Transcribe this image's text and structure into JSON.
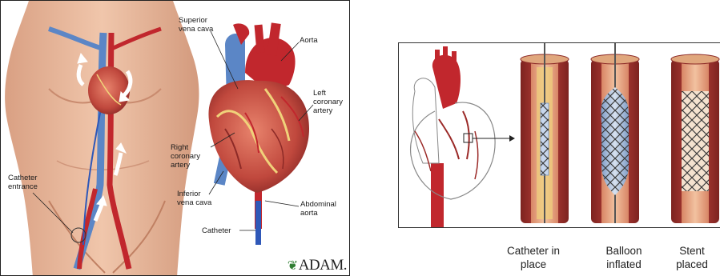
{
  "left_figure": {
    "labels": {
      "superior_vena_cava": "Superior\nvena cava",
      "aorta": "Aorta",
      "left_coronary_artery": "Left\ncoronary\nartery",
      "right_coronary_artery": "Right\ncoronary\nartery",
      "inferior_vena_cava": "Inferior\nvena cava",
      "abdominal_aorta": "Abdominal\naorta",
      "catheter": "Catheter",
      "catheter_entrance": "Catheter\nentrance"
    },
    "brand": "ADAM."
  },
  "right_figure": {
    "captions": [
      "Catheter\nin place",
      "Balloon\ninflated",
      "Stent\nplaced"
    ]
  },
  "colors": {
    "skin": "#e9b89a",
    "artery_red": "#c1272d",
    "vein_blue": "#5b86c6",
    "vessel_wall": "#a4312f",
    "vessel_inner": "#e7a07a",
    "plaque": "#f0d27a",
    "catheter_blue": "#2f58b8"
  }
}
